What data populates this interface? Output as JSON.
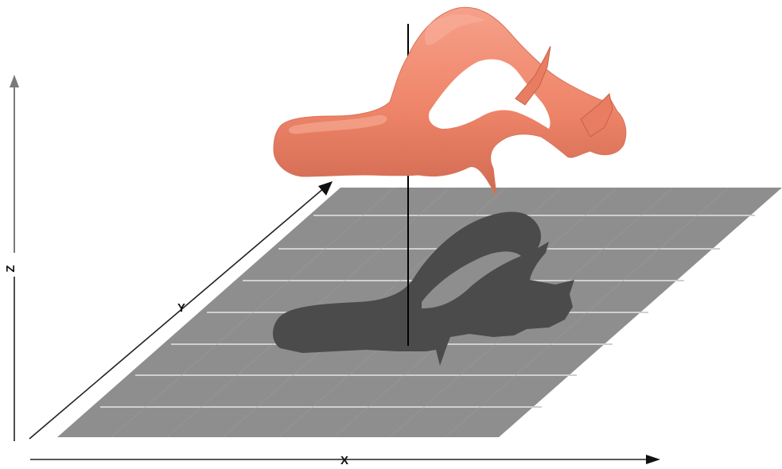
{
  "axes": {
    "x_label": "X",
    "y_label": "Y",
    "z_label": "Z"
  },
  "colors": {
    "background": "#ffffff",
    "plane_fill": "#8c8c8c",
    "plane_grid": "#c8c8c8",
    "shadow": "#4a4a4a",
    "object": "#f08a72",
    "object_dark": "#c8614b",
    "axis": "#222222",
    "z_axis": "#7a7a7a"
  },
  "icons": {
    "x_arrow": "arrow-right-icon",
    "y_arrow": "arrow-up-right-icon",
    "z_arrow": "arrow-up-icon"
  }
}
